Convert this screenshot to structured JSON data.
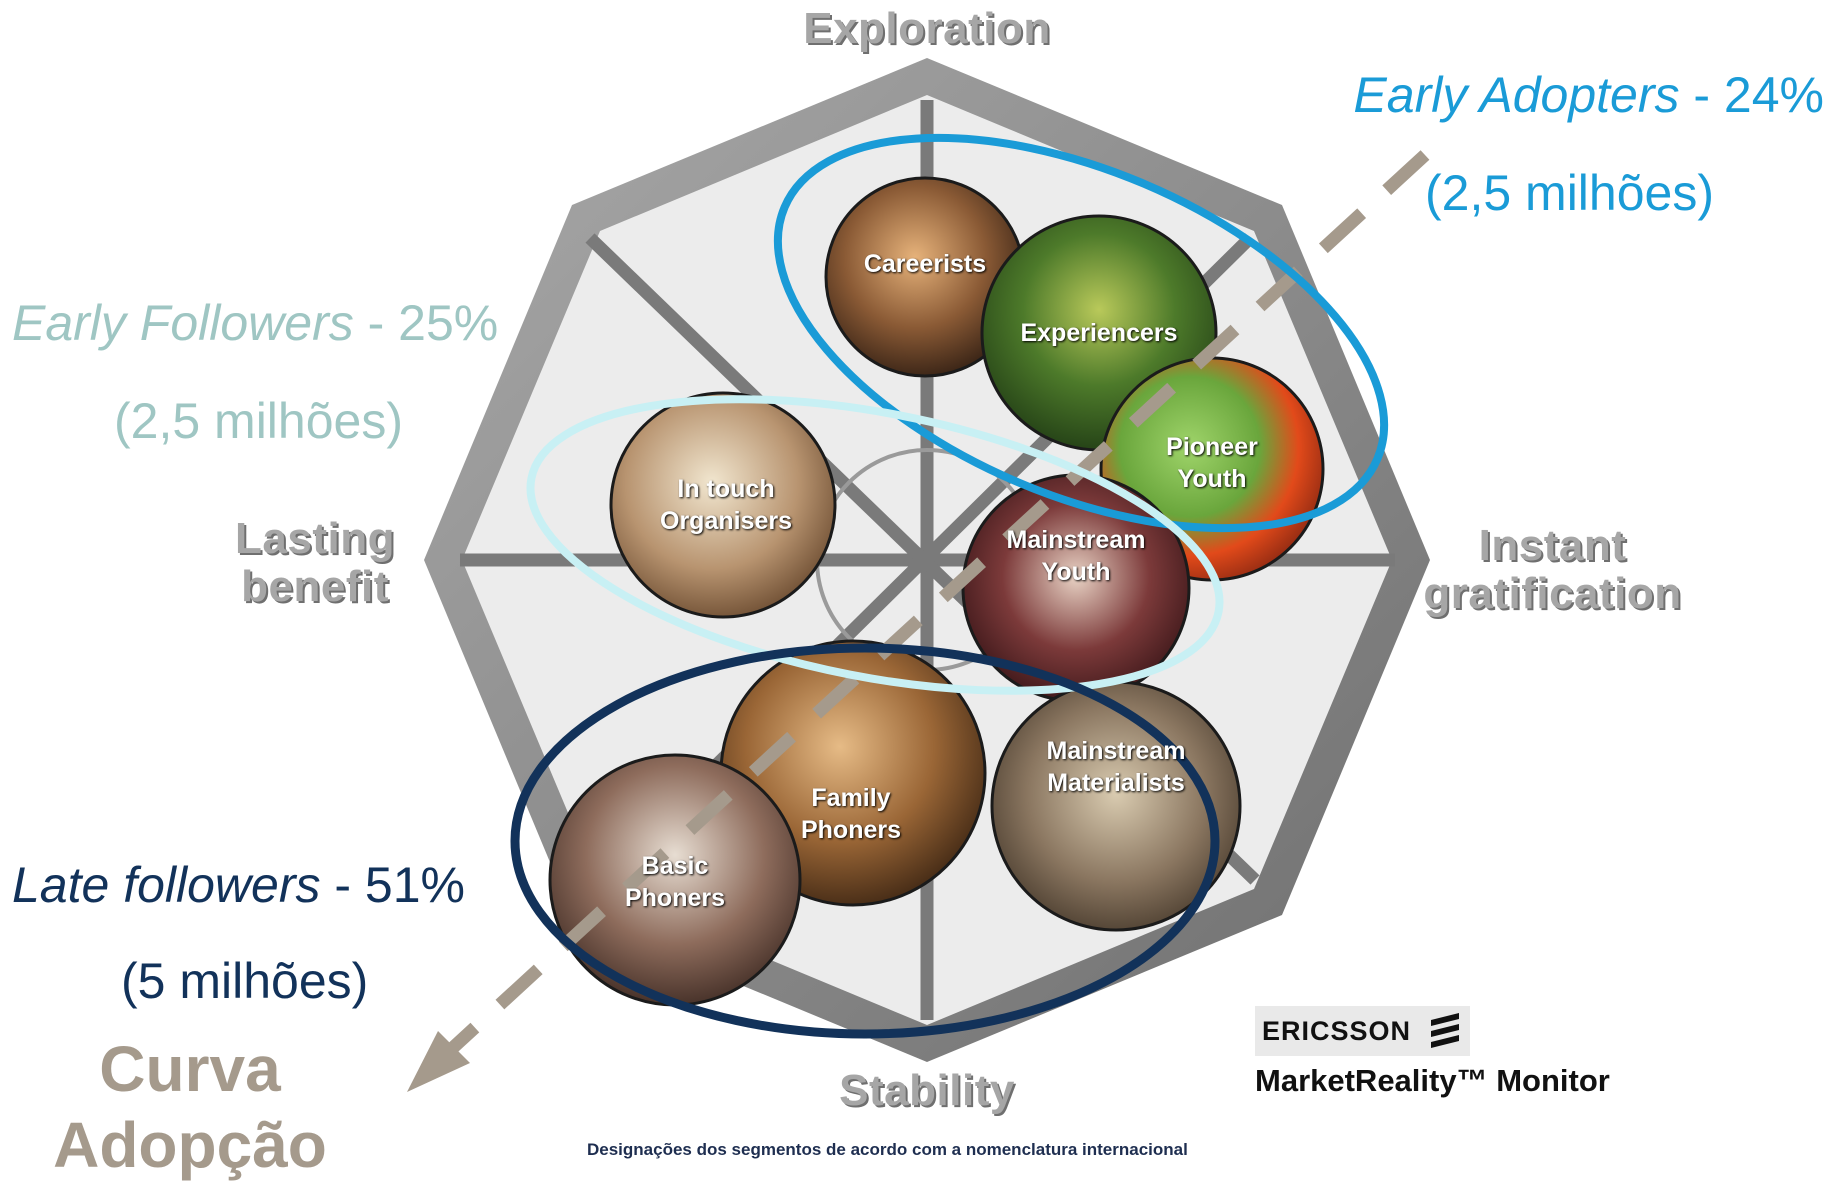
{
  "axes": {
    "top": "Exploration",
    "bottom": "Stability",
    "left": [
      "Lasting",
      "benefit"
    ],
    "right": [
      "Instant",
      "gratification"
    ]
  },
  "groups": {
    "early_adopters": {
      "name": "Early Adopters",
      "share": " - 24%",
      "count": "(2,5 milhões)",
      "color": "#1a9bd7"
    },
    "early_followers": {
      "name": "Early Followers",
      "share": " - 25%",
      "count": "(2,5 milhões)",
      "color": "#9fc6c3"
    },
    "late_followers": {
      "name": "Late followers",
      "share": " - 51%",
      "count": "(5 milhões)",
      "color": "#12325a"
    }
  },
  "segments": {
    "careerists": "Careerists",
    "experiencers": "Experiencers",
    "pioneer_youth": [
      "Pioneer",
      "Youth"
    ],
    "in_touch_organisers": [
      "In touch",
      "Organisers"
    ],
    "mainstream_youth": [
      "Mainstream",
      "Youth"
    ],
    "mainstream_materialists": [
      "Mainstream",
      "Materialists"
    ],
    "family_phoners": [
      "Family",
      "Phoners"
    ],
    "basic_phoners": [
      "Basic",
      "Phoners"
    ]
  },
  "curve": {
    "line1": "Curva",
    "line2": "Adopção",
    "color": "#a59a8c"
  },
  "brand": {
    "logo_text": "ERICSSON",
    "product": "MarketReality™ Monitor"
  },
  "footnote": "Designações dos segmentos de acordo com a nomenclatura internacional"
}
